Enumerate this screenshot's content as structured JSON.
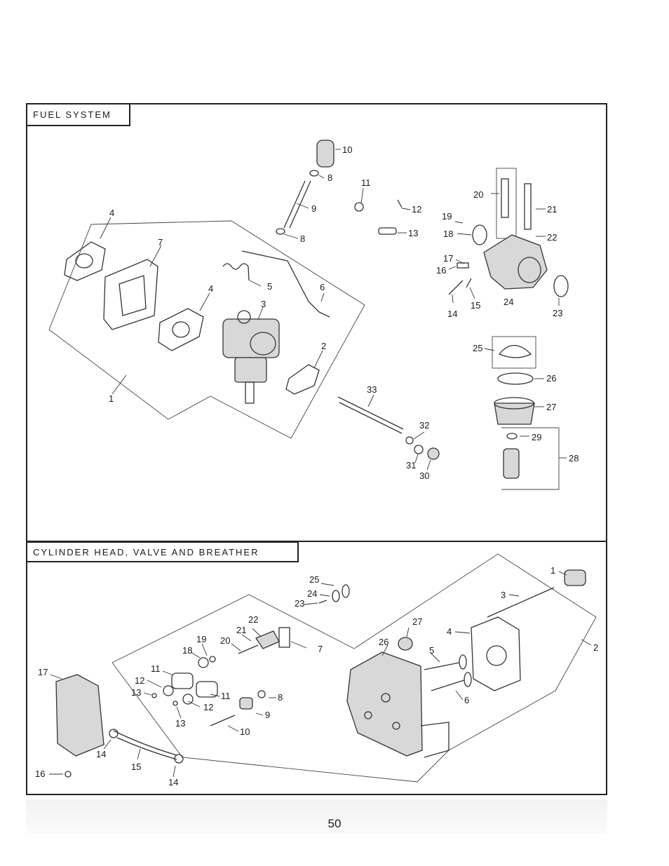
{
  "page_number": "50",
  "sections": {
    "fuel": {
      "title": "FUEL SYSTEM",
      "callouts": [
        "1",
        "2",
        "3",
        "4",
        "4",
        "5",
        "6",
        "7",
        "8",
        "8",
        "9",
        "10",
        "11",
        "12",
        "13",
        "14",
        "15",
        "16",
        "17",
        "18",
        "19",
        "20",
        "21",
        "22",
        "23",
        "24",
        "25",
        "26",
        "27",
        "28",
        "29",
        "30",
        "31",
        "32",
        "33"
      ]
    },
    "cylinder": {
      "title": "CYLINDER HEAD, VALVE AND BREATHER",
      "callouts": [
        "1",
        "2",
        "3",
        "4",
        "5",
        "6",
        "7",
        "8",
        "9",
        "10",
        "11",
        "11",
        "12",
        "12",
        "13",
        "13",
        "14",
        "14",
        "15",
        "16",
        "17",
        "18",
        "19",
        "20",
        "21",
        "22",
        "23",
        "24",
        "25",
        "26",
        "27"
      ]
    }
  }
}
